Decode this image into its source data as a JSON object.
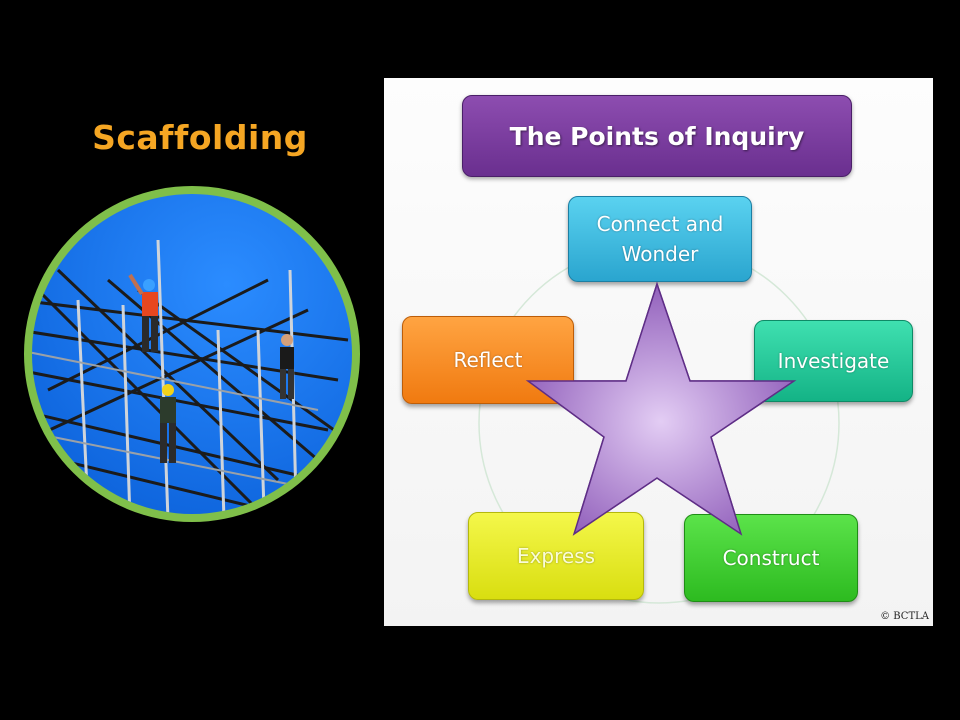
{
  "left": {
    "title": "Scaffolding",
    "title_color": "#f5a623",
    "ring_color": "#7fbf4a"
  },
  "diagram": {
    "banner": "The Points of Inquiry",
    "nodes": {
      "connect": "Connect and\nWonder",
      "investigate": "Investigate",
      "construct": "Construct",
      "express": "Express",
      "reflect": "Reflect"
    },
    "center_icon": "star-icon",
    "copyright": "© BCTLA"
  }
}
